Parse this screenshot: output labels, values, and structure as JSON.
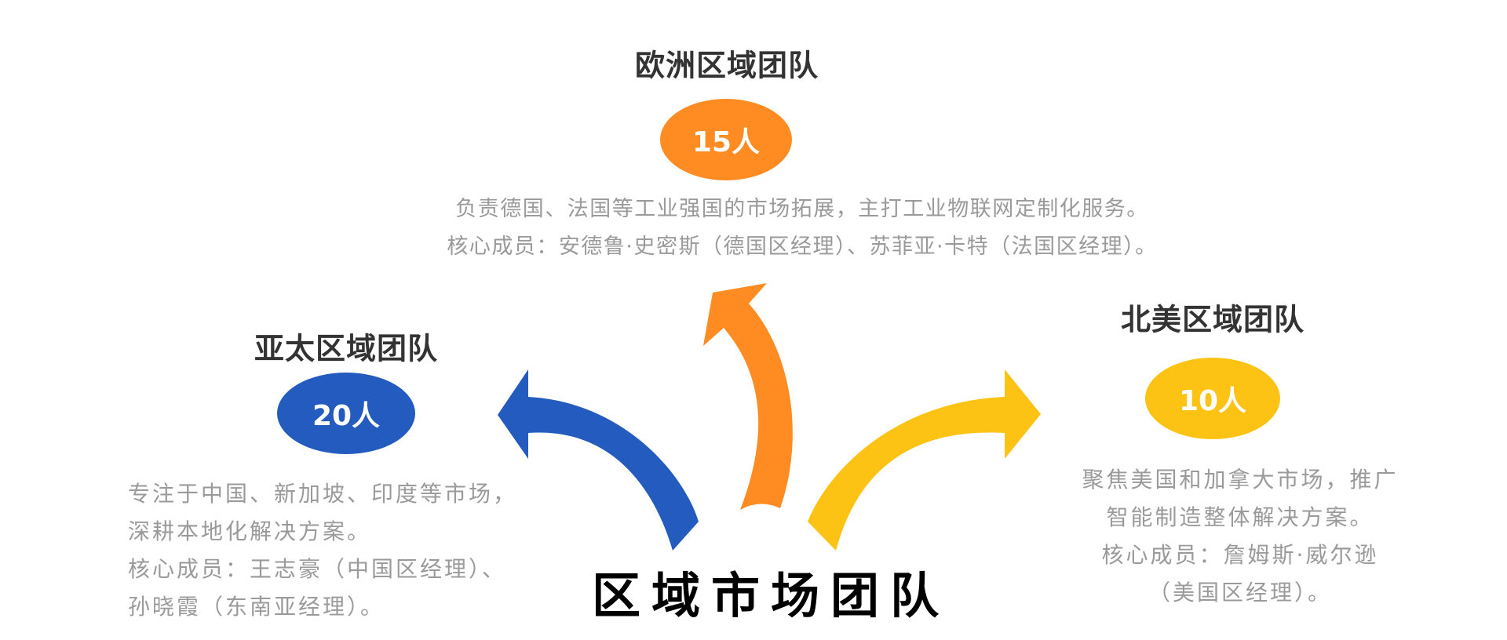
{
  "center_title": "区域市场团队",
  "colors": {
    "europe": "#FF8C22",
    "apac": "#235BBE",
    "north_america": "#FDC314",
    "title": "#333333",
    "text": "#9A9A9A"
  },
  "teams": {
    "europe": {
      "title": "欧洲区域团队",
      "count": "15人",
      "lines": [
        "负责德国、法国等工业强国的市场拓展，主打工业物联网定制化服务。",
        "核心成员：安德鲁·史密斯（德国区经理）、苏菲亚·卡特（法国区经理）。"
      ]
    },
    "apac": {
      "title": "亚太区域团队",
      "count": "20人",
      "lines": [
        "专注于中国、新加坡、印度等市场，",
        "深耕本地化解决方案。",
        "核心成员：王志豪（中国区经理）、",
        "孙晓霞（东南亚经理）。"
      ]
    },
    "north_america": {
      "title": "北美区域团队",
      "count": "10人",
      "lines": [
        "聚焦美国和加拿大市场，推广",
        "智能制造整体解决方案。",
        "核心成员：詹姆斯·威尔逊",
        "（美国区经理）。"
      ]
    }
  }
}
